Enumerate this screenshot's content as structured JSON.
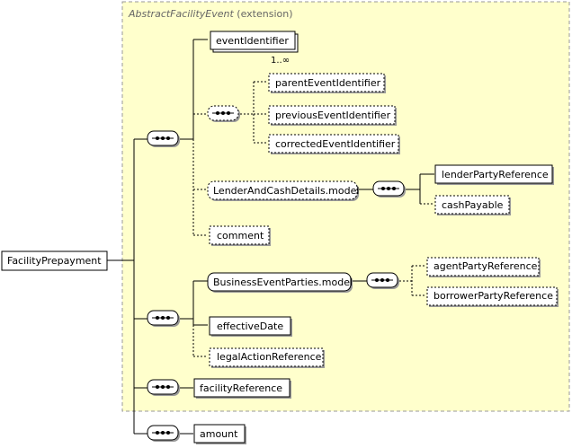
{
  "root": {
    "label": "FacilityPrepayment"
  },
  "extension": {
    "base_name": "AbstractFacilityEvent",
    "suffix": "(extension)"
  },
  "elements": {
    "event_identifier": "eventIdentifier",
    "event_identifier_occurs": "1..∞",
    "parent_event_identifier": "parentEventIdentifier",
    "previous_event_identifier": "previousEventIdentifier",
    "corrected_event_identifier": "correctedEventIdentifier",
    "lender_and_cash_details_model": "LenderAndCashDetails.model",
    "lender_party_reference": "lenderPartyReference",
    "cash_payable": "cashPayable",
    "comment": "comment",
    "business_event_parties_model": "BusinessEventParties.model",
    "agent_party_reference": "agentPartyReference",
    "borrower_party_reference": "borrowerPartyReference",
    "effective_date": "effectiveDate",
    "legal_action_reference": "legalActionReference",
    "facility_reference": "facilityReference",
    "amount": "amount"
  },
  "colors": {
    "extension_fill": "#ffffcc",
    "extension_border": "#999999",
    "line": "#000000",
    "shadow": "#999999"
  }
}
